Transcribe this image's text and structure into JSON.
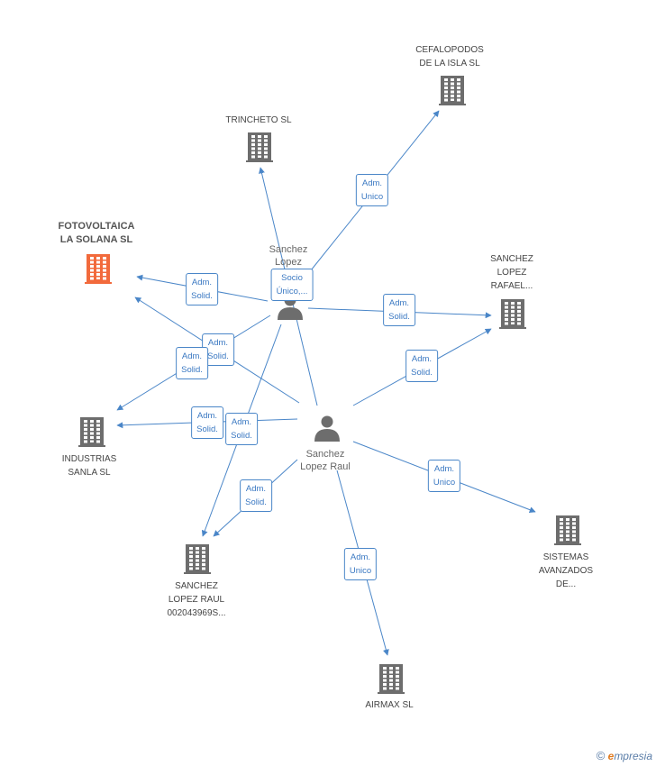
{
  "companies": [
    {
      "id": "cefalopodos",
      "label": "CEFALOPODOS\nDE LA ISLA  SL",
      "focus": false
    },
    {
      "id": "trincheto",
      "label": "TRINCHETO  SL",
      "focus": false
    },
    {
      "id": "fotovoltaica",
      "label": "FOTOVOLTAICA\nLA SOLANA SL",
      "focus": true
    },
    {
      "id": "sanchez-rafael",
      "label": "SANCHEZ\nLOPEZ\nRAFAEL...",
      "focus": false
    },
    {
      "id": "industrias",
      "label": "INDUSTRIAS\nSANLA SL",
      "focus": false
    },
    {
      "id": "sistemas",
      "label": "SISTEMAS\nAVANZADOS\nDE...",
      "focus": false
    },
    {
      "id": "sanchez-raul-co",
      "label": "SANCHEZ\nLOPEZ RAUL\n002043969S...",
      "focus": false
    },
    {
      "id": "airmax",
      "label": "AIRMAX SL",
      "focus": false
    }
  ],
  "people": [
    {
      "id": "sanchez-lopez",
      "label": "Sanchez\nLopez"
    },
    {
      "id": "sanchez-lopez-raul",
      "label": "Sanchez\nLopez Raul"
    }
  ],
  "edges": [
    {
      "id": "e1",
      "label": "Adm.\nUnico"
    },
    {
      "id": "e2",
      "label": "Socio\nÚnico,..."
    },
    {
      "id": "e3",
      "label": "Adm.\nSolid."
    },
    {
      "id": "e4",
      "label": "Adm.\nSolid."
    },
    {
      "id": "e5",
      "label": "Adm.\nSolid."
    },
    {
      "id": "e6",
      "label": "Adm.\nSolid."
    },
    {
      "id": "e7",
      "label": "Adm.\nSolid."
    },
    {
      "id": "e8",
      "label": "Adm.\nSolid."
    },
    {
      "id": "e9",
      "label": "Adm.\nSolid."
    },
    {
      "id": "e10",
      "label": "Adm.\nSolid."
    },
    {
      "id": "e11",
      "label": "Adm.\nUnico"
    },
    {
      "id": "e12",
      "label": "Adm.\nUnico"
    }
  ],
  "colors": {
    "edge": "#4a86c8",
    "building": "#6d6d6d",
    "building_focus": "#f26a3c",
    "person": "#6d6d6d"
  },
  "icons": {
    "company": "building-icon",
    "person": "person-icon"
  },
  "footer": {
    "copyright_symbol": "©",
    "brand_initial": "e",
    "brand_rest": "mpresia"
  }
}
